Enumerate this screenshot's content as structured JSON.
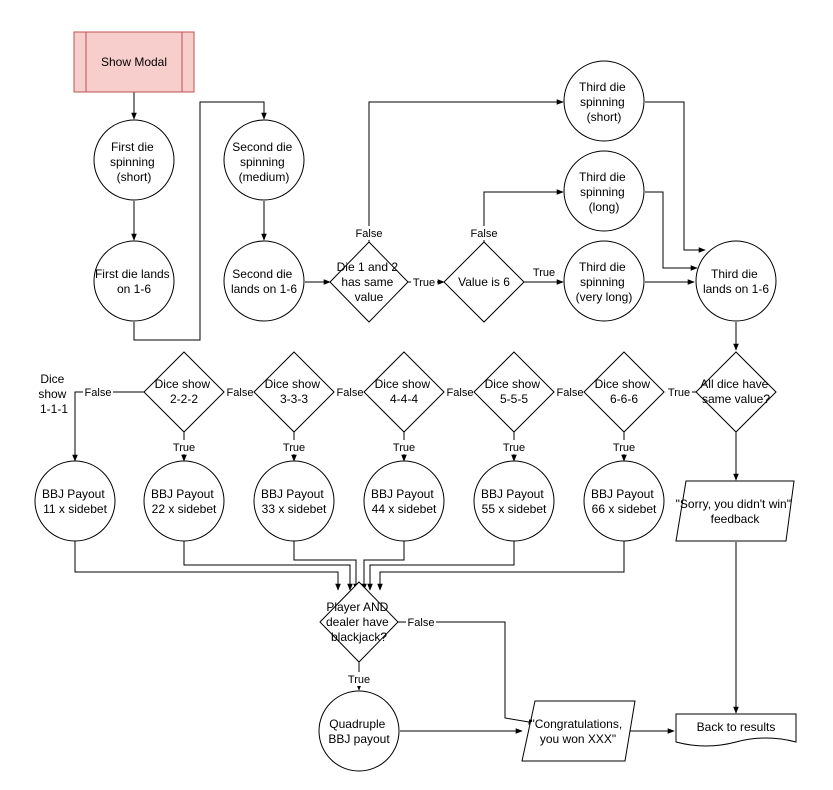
{
  "diagram": {
    "show_modal": "Show Modal",
    "first_die_spinning": [
      "First die",
      "spinning",
      "(short)"
    ],
    "first_die_lands": [
      "First die lands",
      "on 1-6"
    ],
    "second_die_spinning": [
      "Second die",
      "spinning",
      "(medium)"
    ],
    "second_die_lands": [
      "Second die",
      "lands on 1-6"
    ],
    "die_same_value": [
      "Die 1 and 2",
      "has same",
      "value"
    ],
    "value_is_6": "Value is 6",
    "third_die_short": [
      "Third die",
      "spinning",
      "(short)"
    ],
    "third_die_long": [
      "Third die",
      "spinning",
      "(long)"
    ],
    "third_die_very_long": [
      "Third die",
      "spinning",
      "(very long)"
    ],
    "third_die_lands": [
      "Third die",
      "lands on 1-6"
    ],
    "all_dice_same": [
      "All dice have",
      "same value?"
    ],
    "dice_show_1": [
      "Dice",
      "show",
      "1-1-1"
    ],
    "dice_show_2": [
      "Dice show",
      "2-2-2"
    ],
    "dice_show_3": [
      "Dice show",
      "3-3-3"
    ],
    "dice_show_4": [
      "Dice show",
      "4-4-4"
    ],
    "dice_show_5": [
      "Dice show",
      "5-5-5"
    ],
    "dice_show_6": [
      "Dice show",
      "6-6-6"
    ],
    "payout_11": [
      "BBJ Payout",
      "11 x sidebet"
    ],
    "payout_22": [
      "BBJ Payout",
      "22 x sidebet"
    ],
    "payout_33": [
      "BBJ Payout",
      "33 x sidebet"
    ],
    "payout_44": [
      "BBJ Payout",
      "44 x sidebet"
    ],
    "payout_55": [
      "BBJ Payout",
      "55 x sidebet"
    ],
    "payout_66": [
      "BBJ Payout",
      "66 x sidebet"
    ],
    "sorry_feedback": [
      "\"Sorry, you didn't win\"",
      "feedback"
    ],
    "player_dealer_bj": [
      "Player AND",
      "dealer have",
      "blackjack?"
    ],
    "quadruple_payout": [
      "Quadruple",
      "BBJ payout"
    ],
    "congrats": [
      "\"Congratulations,",
      "you won XXX\""
    ],
    "back_to_results": "Back to results",
    "edge_labels": {
      "true": "True",
      "false": "False"
    }
  }
}
